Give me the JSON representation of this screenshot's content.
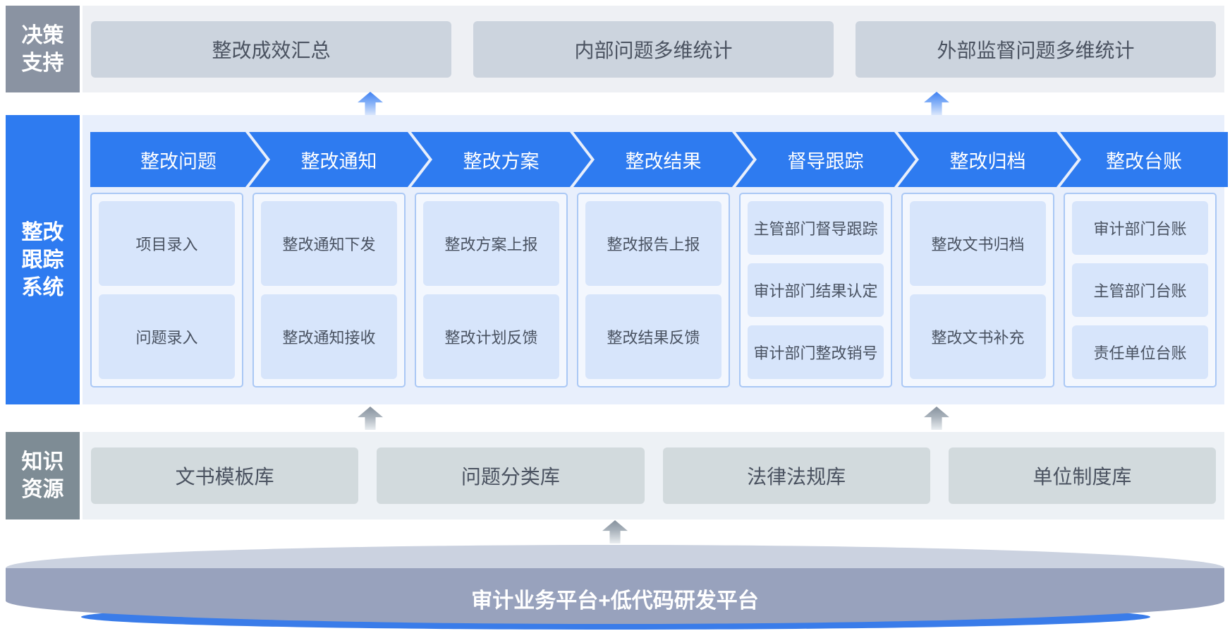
{
  "decision_support": {
    "label": "决策支持",
    "items": [
      "整改成效汇总",
      "内部问题多维统计",
      "外部监督问题多维统计"
    ]
  },
  "tracking_system": {
    "label": "整改跟踪系统",
    "stages": [
      {
        "title": "整改问题",
        "items": [
          "项目录入",
          "问题录入"
        ]
      },
      {
        "title": "整改通知",
        "items": [
          "整改通知下发",
          "整改通知接收"
        ]
      },
      {
        "title": "整改方案",
        "items": [
          "整改方案上报",
          "整改计划反馈"
        ]
      },
      {
        "title": "整改结果",
        "items": [
          "整改报告上报",
          "整改结果反馈"
        ]
      },
      {
        "title": "督导跟踪",
        "items": [
          "主管部门督导跟踪",
          "审计部门结果认定",
          "审计部门整改销号"
        ]
      },
      {
        "title": "整改归档",
        "items": [
          "整改文书归档",
          "整改文书补充"
        ]
      },
      {
        "title": "整改台账",
        "items": [
          "审计部门台账",
          "主管部门台账",
          "责任单位台账"
        ]
      }
    ]
  },
  "knowledge_resources": {
    "label": "知识资源",
    "items": [
      "文书模板库",
      "问题分类库",
      "法律法规库",
      "单位制度库"
    ]
  },
  "platform": {
    "label": "审计业务平台+低代码研发平台"
  },
  "colors": {
    "primary_blue": "#2e7bf0",
    "decision_label_gray": "#8a93a2",
    "knowledge_label_gray": "#7e8c95",
    "light_blue_band": "#e8effc",
    "stage_item_fill": "#d7e5fb",
    "gray_pill_fill": "#ccd4de",
    "knowledge_pill_fill": "#d2dadd",
    "platform_top": "#cbd2e0",
    "platform_body": "#98a2bd",
    "platform_base_blue": "#3a7ce9"
  }
}
